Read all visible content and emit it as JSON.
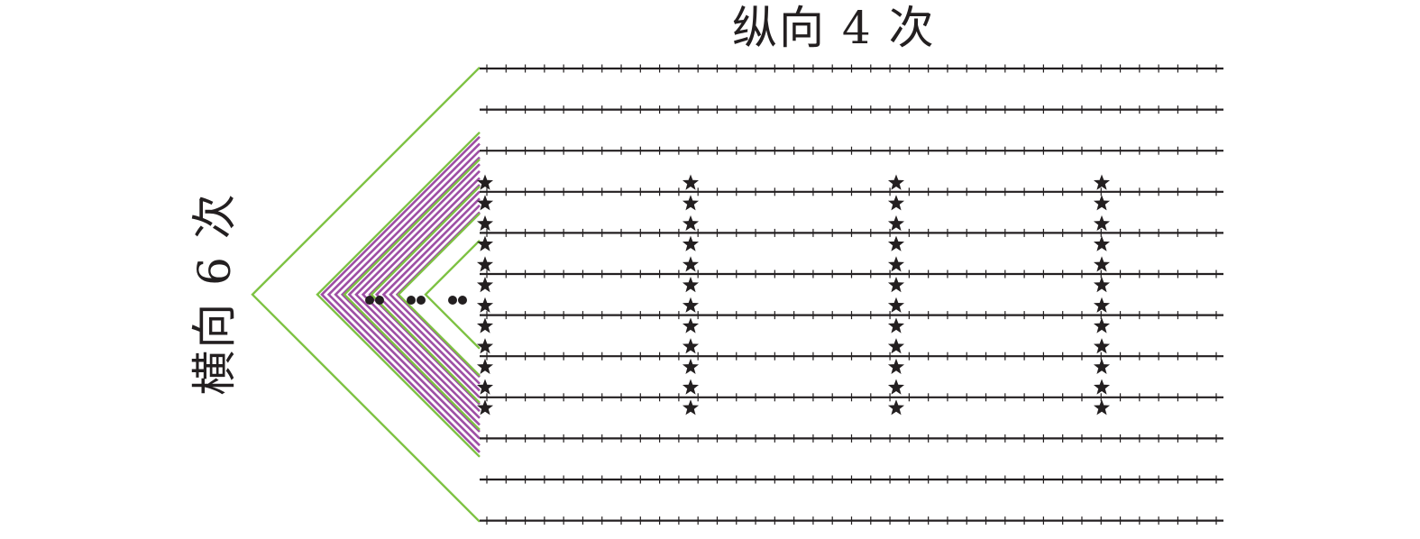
{
  "labels": {
    "top": "纵向 4 次",
    "left": "横向 6 次"
  },
  "diagram": {
    "horizontal_line_count": 12,
    "green_chevron_count": 6,
    "purple_chevron_count": 12,
    "star_column_count": 4,
    "stars_per_column": 12,
    "dot_pair_count": 3,
    "colors": {
      "line": "#231f20",
      "green": "#7dc242",
      "purple": "#9e4fa5",
      "star": "#231f20",
      "dot": "#231f20"
    }
  }
}
